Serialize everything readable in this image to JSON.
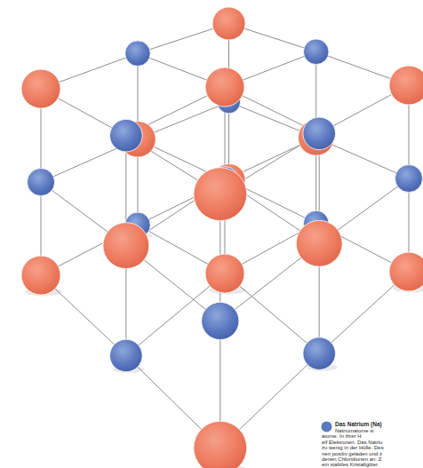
{
  "diagram": {
    "labels": [
      "Natriumatome si",
      "atome. In ihrer H",
      "elf Elektronen. Das Natriu",
      "zu wenig in der Hülle. Des",
      "nen positiv geladen und z",
      "denen Chloridionen an. Z",
      "ein stabiles Kristallgitter."
    ],
    "legend": [
      {
        "text": "Das Natrium (Na)",
        "color": "#5a78c0"
      }
    ]
  }
}
